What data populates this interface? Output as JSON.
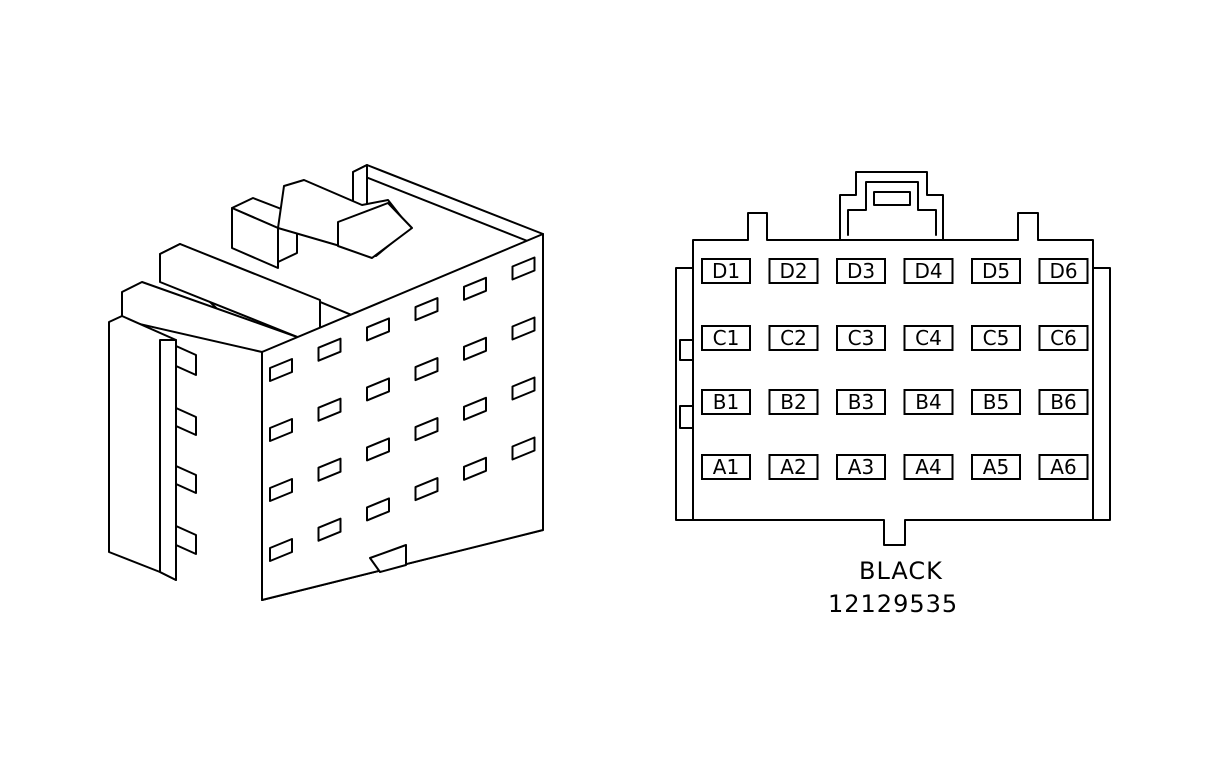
{
  "connector": {
    "color_label": "BLACK",
    "part_number": "12129535",
    "rows": [
      "D",
      "C",
      "B",
      "A"
    ],
    "columns": [
      "1",
      "2",
      "3",
      "4",
      "5",
      "6"
    ],
    "pins": [
      [
        "D1",
        "D2",
        "D3",
        "D4",
        "D5",
        "D6"
      ],
      [
        "C1",
        "C2",
        "C3",
        "C4",
        "C5",
        "C6"
      ],
      [
        "B1",
        "B2",
        "B3",
        "B4",
        "B5",
        "B6"
      ],
      [
        "A1",
        "A2",
        "A3",
        "A4",
        "A5",
        "A6"
      ]
    ]
  },
  "colors": {
    "line": "#000000",
    "background": "#ffffff"
  }
}
